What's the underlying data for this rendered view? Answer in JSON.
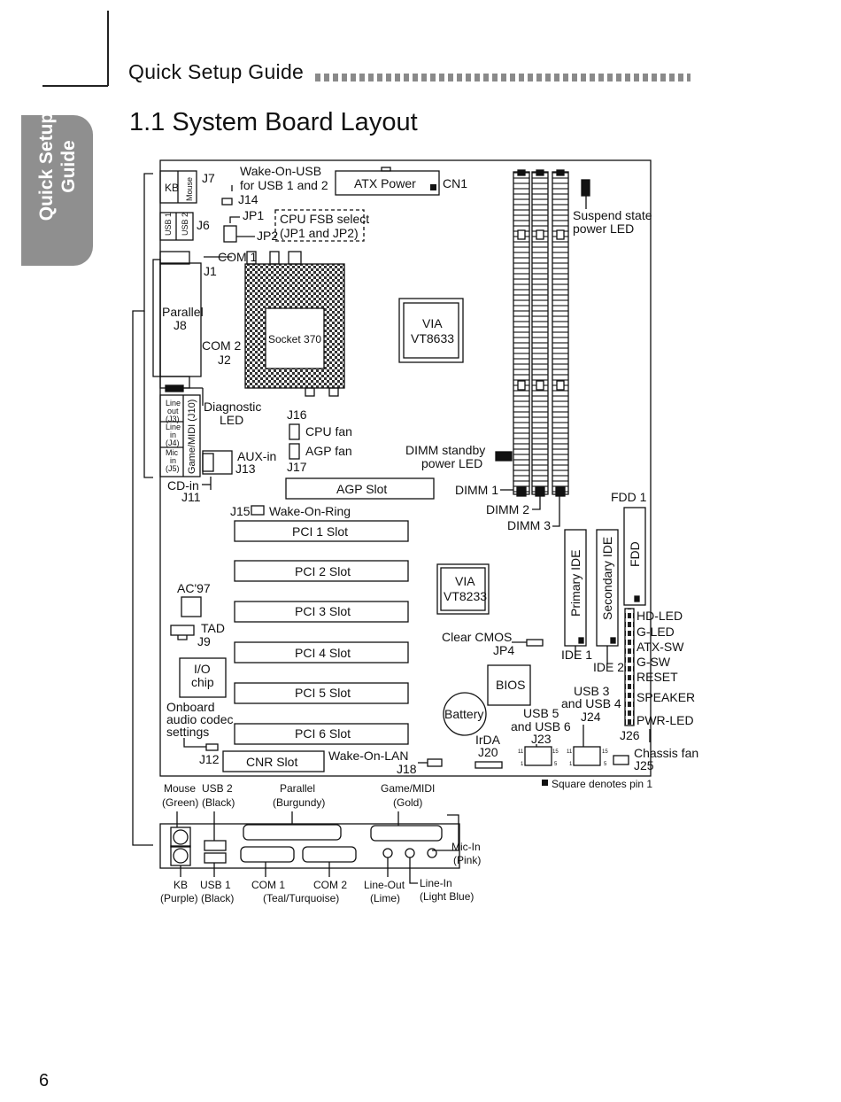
{
  "header": {
    "title": "Quick Setup Guide"
  },
  "side_tab": {
    "line1": "Quick Setup",
    "line2": "Guide"
  },
  "section": {
    "title": "1.1  System Board Layout"
  },
  "page_number": "6",
  "labels": {
    "kb": "KB",
    "mouse": "Mouse",
    "j7": "J7",
    "wake_usb_1": "Wake-On-USB",
    "wake_usb_2": "for USB 1 and 2",
    "j14": "J14",
    "atx_power": "ATX Power",
    "cn1": "CN1",
    "usb1_v": "USB 1",
    "usb2_v": "USB 2",
    "j6": "J6",
    "jp1": "JP1",
    "jp2": "JP2",
    "cpu_fsb_1": "CPU FSB select",
    "cpu_fsb_2": "(JP1 and JP2)",
    "suspend_1": "Suspend state",
    "suspend_2": "power LED",
    "com1": "COM 1",
    "j1": "J1",
    "socket": "Socket 370",
    "via1": "VIA",
    "vt8633": "VT8633",
    "parallel_1": "Parallel",
    "parallel_2": "J8",
    "com2": "COM 2",
    "j2": "J2",
    "diag_1": "Diagnostic",
    "diag_2": "LED",
    "lineout_1": "Line",
    "lineout_2": "out",
    "lineout_3": "(J3)",
    "linein_1": "Line",
    "linein_2": "in",
    "linein_3": "(J4)",
    "mic_1": "Mic",
    "mic_2": "in",
    "mic_3": "(J5)",
    "game_midi_v": "Game/MIDI (J10)",
    "j16": "J16",
    "cpu_fan": "CPU fan",
    "agp_fan": "AGP fan",
    "j17": "J17",
    "aux_in": "AUX-in",
    "j13": "J13",
    "dimm_standby_1": "DIMM standby",
    "dimm_standby_2": "power LED",
    "cd_in": "CD-in",
    "j11": "J11",
    "agp_slot": "AGP Slot",
    "dimm1": "DIMM 1",
    "dimm2": "DIMM 2",
    "dimm3": "DIMM 3",
    "fdd1": "FDD 1",
    "fdd": "FDD",
    "j15": "J15",
    "wake_ring": "Wake-On-Ring",
    "pci1": "PCI 1 Slot",
    "pci2": "PCI 2 Slot",
    "pci3": "PCI 3 Slot",
    "pci4": "PCI 4 Slot",
    "pci5": "PCI 5 Slot",
    "pci6": "PCI 6 Slot",
    "primary_ide": "Primary IDE",
    "secondary_ide": "Secondary IDE",
    "via2": "VIA",
    "vt8233": "VT8233",
    "ac97": "AC'97",
    "tad": "TAD",
    "j9": "J9",
    "hd_led": "HD-LED",
    "g_led": "G-LED",
    "atx_sw": "ATX-SW",
    "g_sw": "G-SW",
    "reset": "RESET",
    "speaker": "SPEAKER",
    "pwr_led": "PWR-LED",
    "clear_cmos": "Clear CMOS",
    "jp4": "JP4",
    "ide1": "IDE 1",
    "ide2": "IDE 2",
    "io_1": "I/O",
    "io_2": "chip",
    "bios": "BIOS",
    "usb34_1": "USB 3",
    "usb34_2": "and USB 4",
    "j24": "J24",
    "onboard_1": "Onboard",
    "onboard_2": "audio codec",
    "onboard_3": "settings",
    "battery": "Battery",
    "usb56_1": "USB 5",
    "usb56_2": "and USB 6",
    "j23": "J23",
    "j26": "J26",
    "irda": "IrDA",
    "j20": "J20",
    "chassis_fan": "Chassis fan",
    "j25": "J25",
    "j12": "J12",
    "cnr_slot": "CNR Slot",
    "wake_lan": "Wake-On-LAN",
    "j18": "J18",
    "pin1_note": "Square denotes pin 1",
    "pin_15": "15",
    "pin_11": "11",
    "pin_5": "5",
    "pin_1": "1",
    "b_mouse_1": "Mouse",
    "b_mouse_2": "(Green)",
    "b_usb2_1": "USB 2",
    "b_usb2_2": "(Black)",
    "b_parallel_1": "Parallel",
    "b_parallel_2": "(Burgundy)",
    "b_game_1": "Game/MIDI",
    "b_game_2": "(Gold)",
    "b_micin_1": "Mic-In",
    "b_micin_2": "(Pink)",
    "b_kb_1": "KB",
    "b_kb_2": "(Purple)",
    "b_usb1_1": "USB 1",
    "b_usb1_2": "(Black)",
    "b_com1": "COM 1",
    "b_com2": "COM 2",
    "b_teal": "(Teal/Turquoise)",
    "b_lineout_1": "Line-Out",
    "b_lineout_2": "(Lime)",
    "b_linein_1": "Line-In",
    "b_linein_2": "(Light Blue)"
  }
}
